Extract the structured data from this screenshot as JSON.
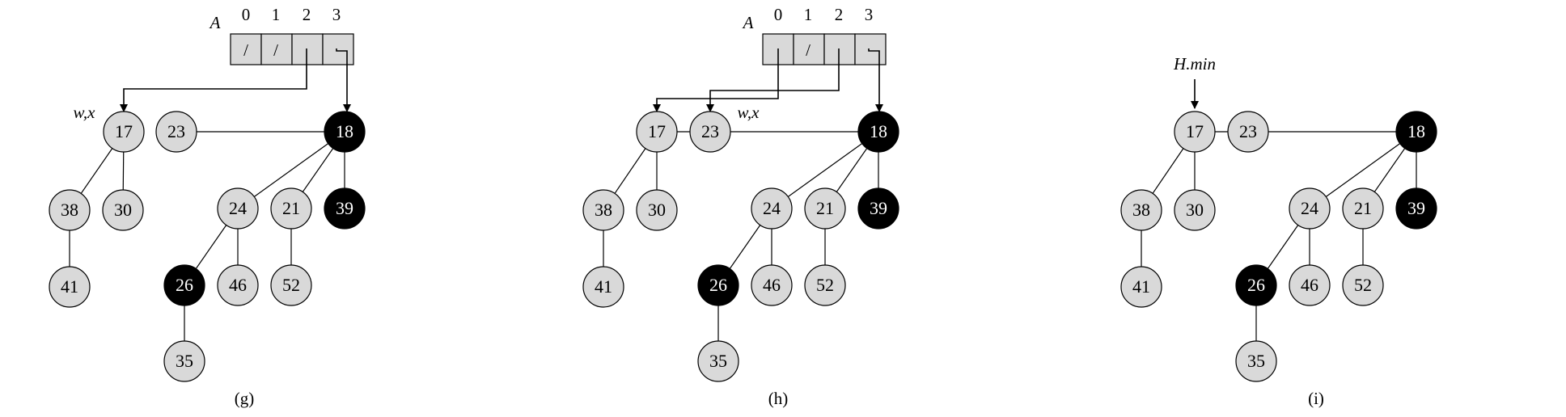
{
  "colors": {
    "light_node": "#d9d9d9",
    "dark_node": "#000000",
    "light_text": "#000000",
    "dark_text": "#ffffff",
    "stroke": "#000000",
    "array_fill": "#d9d9d9"
  },
  "panels": [
    {
      "id": "g",
      "caption": "(g)",
      "array": {
        "name": "A",
        "indices": [
          "0",
          "1",
          "2",
          "3"
        ],
        "cells": [
          "/",
          "/",
          "",
          ""
        ]
      },
      "root_label": "w,x",
      "roots": [
        "17",
        "23",
        "18"
      ],
      "nodes": [
        {
          "key": "17",
          "dark": false
        },
        {
          "key": "23",
          "dark": false
        },
        {
          "key": "18",
          "dark": true
        },
        {
          "key": "38",
          "dark": false
        },
        {
          "key": "30",
          "dark": false
        },
        {
          "key": "24",
          "dark": false
        },
        {
          "key": "21",
          "dark": false
        },
        {
          "key": "39",
          "dark": true
        },
        {
          "key": "41",
          "dark": false
        },
        {
          "key": "26",
          "dark": true
        },
        {
          "key": "46",
          "dark": false
        },
        {
          "key": "52",
          "dark": false
        },
        {
          "key": "35",
          "dark": false
        }
      ]
    },
    {
      "id": "h",
      "caption": "(h)",
      "array": {
        "name": "A",
        "indices": [
          "0",
          "1",
          "2",
          "3"
        ],
        "cells": [
          "",
          "/",
          "",
          ""
        ]
      },
      "root_label": "w,x",
      "roots": [
        "17",
        "23",
        "18"
      ],
      "nodes": [
        {
          "key": "17",
          "dark": false
        },
        {
          "key": "23",
          "dark": false
        },
        {
          "key": "18",
          "dark": true
        },
        {
          "key": "38",
          "dark": false
        },
        {
          "key": "30",
          "dark": false
        },
        {
          "key": "24",
          "dark": false
        },
        {
          "key": "21",
          "dark": false
        },
        {
          "key": "39",
          "dark": true
        },
        {
          "key": "41",
          "dark": false
        },
        {
          "key": "26",
          "dark": true
        },
        {
          "key": "46",
          "dark": false
        },
        {
          "key": "52",
          "dark": false
        },
        {
          "key": "35",
          "dark": false
        }
      ]
    },
    {
      "id": "i",
      "caption": "(i)",
      "min_label": "H.min",
      "roots": [
        "17",
        "23",
        "18"
      ],
      "nodes": [
        {
          "key": "17",
          "dark": false
        },
        {
          "key": "23",
          "dark": false
        },
        {
          "key": "18",
          "dark": true
        },
        {
          "key": "38",
          "dark": false
        },
        {
          "key": "30",
          "dark": false
        },
        {
          "key": "24",
          "dark": false
        },
        {
          "key": "21",
          "dark": false
        },
        {
          "key": "39",
          "dark": true
        },
        {
          "key": "41",
          "dark": false
        },
        {
          "key": "26",
          "dark": true
        },
        {
          "key": "46",
          "dark": false
        },
        {
          "key": "52",
          "dark": false
        },
        {
          "key": "35",
          "dark": false
        }
      ]
    }
  ]
}
